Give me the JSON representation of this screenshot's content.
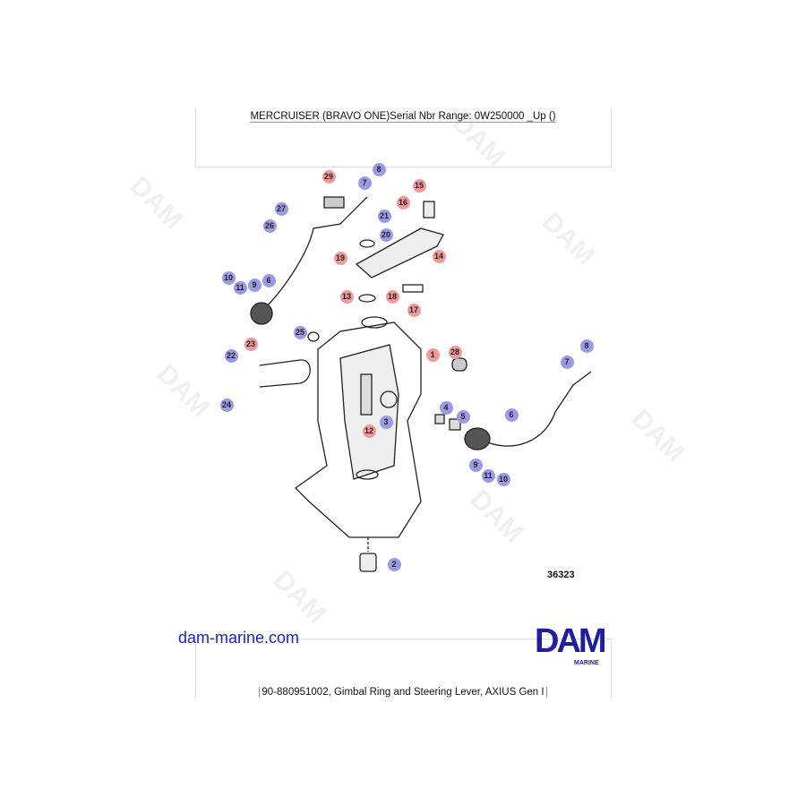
{
  "header": {
    "title": "MERCRUISER (BRAVO ONE)Serial Nbr Range: 0W250000 _Up ()"
  },
  "footer": {
    "caption": "90-880951002, Gimbal Ring and Steering Lever, AXIUS Gen I"
  },
  "branding": {
    "site": "dam-marine.com",
    "logo": "DAM",
    "logo_sub": "MARINE",
    "watermark": "DAM",
    "brand_color": "#1f1f9a"
  },
  "diagram": {
    "figure_number": "36323",
    "callout_colors": {
      "red": "#f29a9a",
      "blue": "#9a9ae6"
    },
    "callouts": [
      "29",
      "8",
      "7",
      "15",
      "16",
      "21",
      "27",
      "26",
      "20",
      "14",
      "19",
      "10",
      "11",
      "9",
      "6",
      "13",
      "18",
      "17",
      "25",
      "23",
      "1",
      "28",
      "22",
      "8",
      "7",
      "24",
      "4",
      "5",
      "6",
      "3",
      "12",
      "9",
      "11",
      "10",
      "2"
    ]
  }
}
